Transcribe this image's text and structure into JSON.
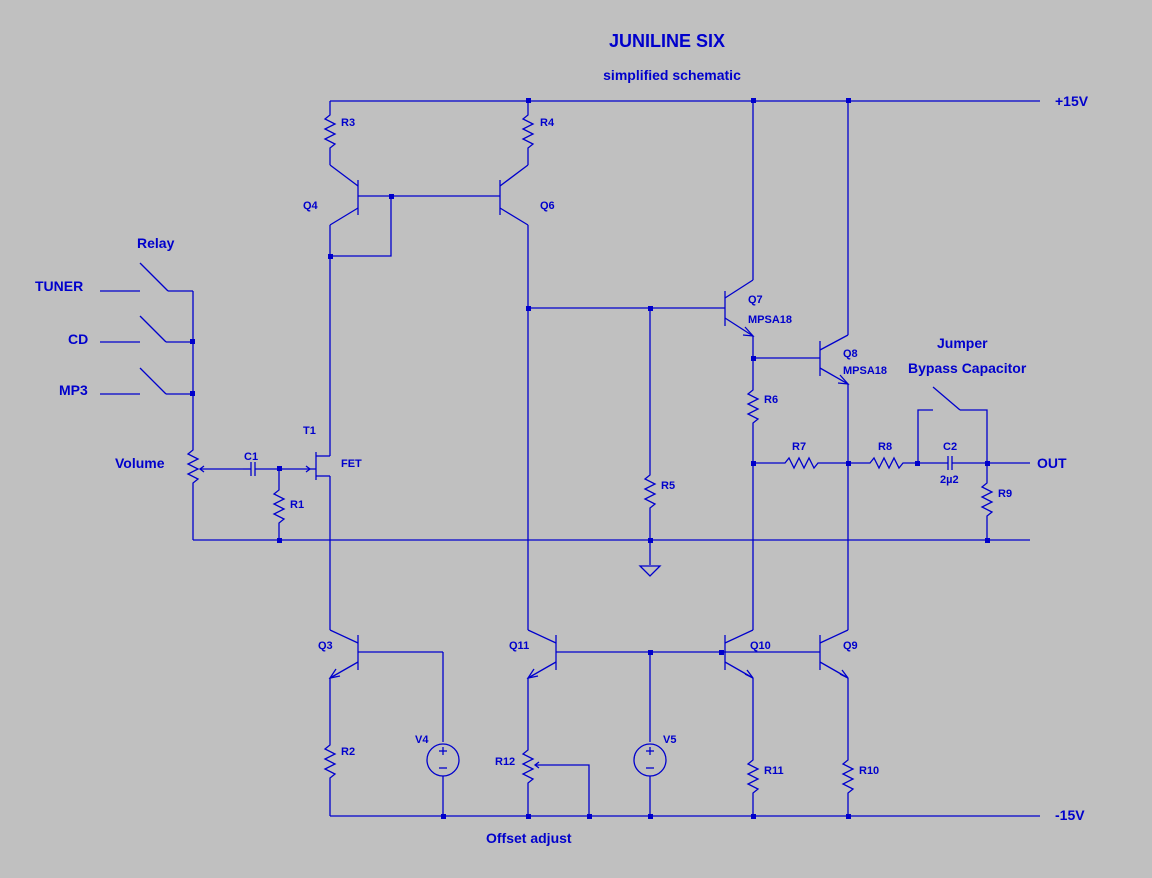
{
  "title": "JUNILINE SIX",
  "subtitle": "simplified schematic",
  "rails": {
    "positive": "+15V",
    "negative": "-15V"
  },
  "inputs": {
    "tuner": "TUNER",
    "cd": "CD",
    "mp3": "MP3",
    "relay": "Relay",
    "volume": "Volume"
  },
  "output": "OUT",
  "jumper": {
    "line1": "Jumper",
    "line2": "Bypass Capacitor"
  },
  "offset_adjust": "Offset adjust",
  "components": {
    "R1": "R1",
    "R2": "R2",
    "R3": "R3",
    "R4": "R4",
    "R5": "R5",
    "R6": "R6",
    "R7": "R7",
    "R8": "R8",
    "R9": "R9",
    "R10": "R10",
    "R11": "R11",
    "R12": "R12",
    "C1": "C1",
    "C2": "C2",
    "C2_value": "2µ2",
    "T1": "T1",
    "T1_type": "FET",
    "Q3": "Q3",
    "Q4": "Q4",
    "Q6": "Q6",
    "Q7": "Q7",
    "Q7_type": "MPSA18",
    "Q8": "Q8",
    "Q8_type": "MPSA18",
    "Q9": "Q9",
    "Q10": "Q10",
    "Q11": "Q11",
    "V4": "V4",
    "V5": "V5"
  }
}
